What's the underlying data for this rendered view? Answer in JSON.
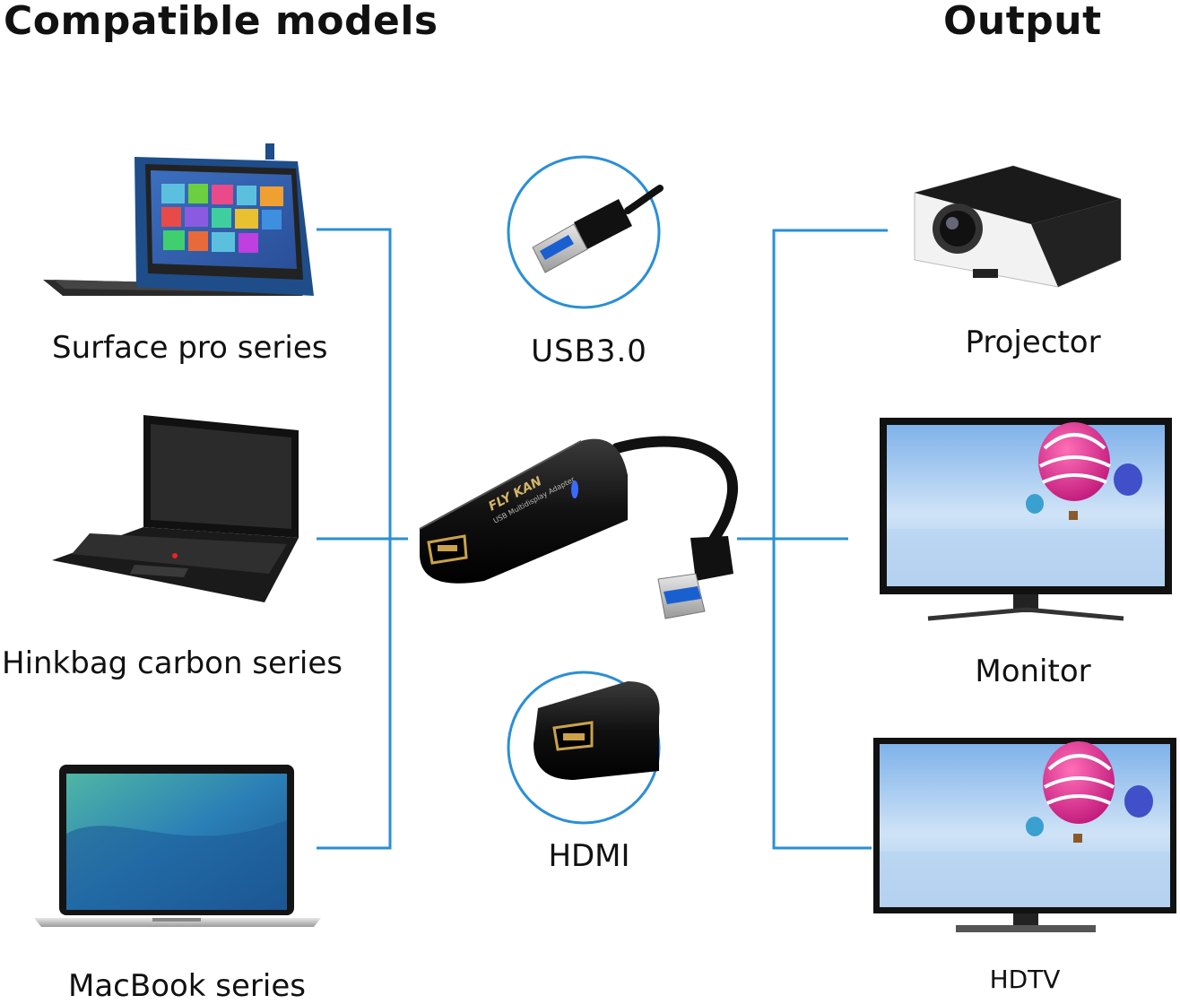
{
  "headings": {
    "left": "Compatible models",
    "right": "Output"
  },
  "colors": {
    "connector_line": "#2a8fd6",
    "circle_stroke": "#2a8fd6",
    "device_dark": "#1b1b1b",
    "led_blue": "#3a6bff"
  },
  "compatible_models": [
    {
      "label": "Surface pro series",
      "icon": "tablet-keyboard-icon"
    },
    {
      "label": "Hinkbag carbon series",
      "icon": "laptop-icon"
    },
    {
      "label": "MacBook series",
      "icon": "macbook-icon"
    }
  ],
  "ports": [
    {
      "label": "USB3.0",
      "icon": "usb-connector-icon"
    },
    {
      "label": "HDMI",
      "icon": "hdmi-port-icon"
    }
  ],
  "adapter": {
    "brand": "FLY KAN",
    "subtitle": "USB Multidisplay Adapter",
    "icon": "usb-hdmi-adapter-icon"
  },
  "outputs": [
    {
      "label": "Projector",
      "icon": "projector-icon"
    },
    {
      "label": "Monitor",
      "icon": "monitor-icon"
    },
    {
      "label": "HDTV",
      "icon": "tv-icon"
    }
  ]
}
